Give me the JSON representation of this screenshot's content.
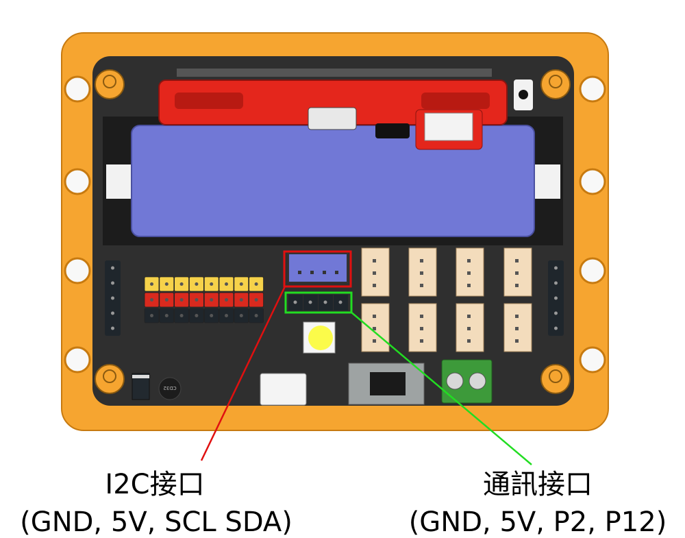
{
  "colors": {
    "frame": "#f6a530",
    "board": "#2f2f2f",
    "battery": "#7178d6",
    "holder_red": "#e4261c",
    "i2c_highlight": "#e01010",
    "comm_highlight": "#22dd22",
    "pin_yellow": "#f6d24a",
    "pin_red": "#d92a1e",
    "pin_black": "#1f262c",
    "beige_connector": "#f3dcbc",
    "terminal_green": "#3d9a3a",
    "led": "#fbfb4a"
  },
  "components": {
    "inductor_marking": "CD32"
  },
  "annotations": [
    {
      "title": "I2C接口",
      "pins": "(GND, 5V, SCL SDA)"
    },
    {
      "title": "通訊接口",
      "pins": "(GND, 5V, P2, P12)"
    }
  ]
}
